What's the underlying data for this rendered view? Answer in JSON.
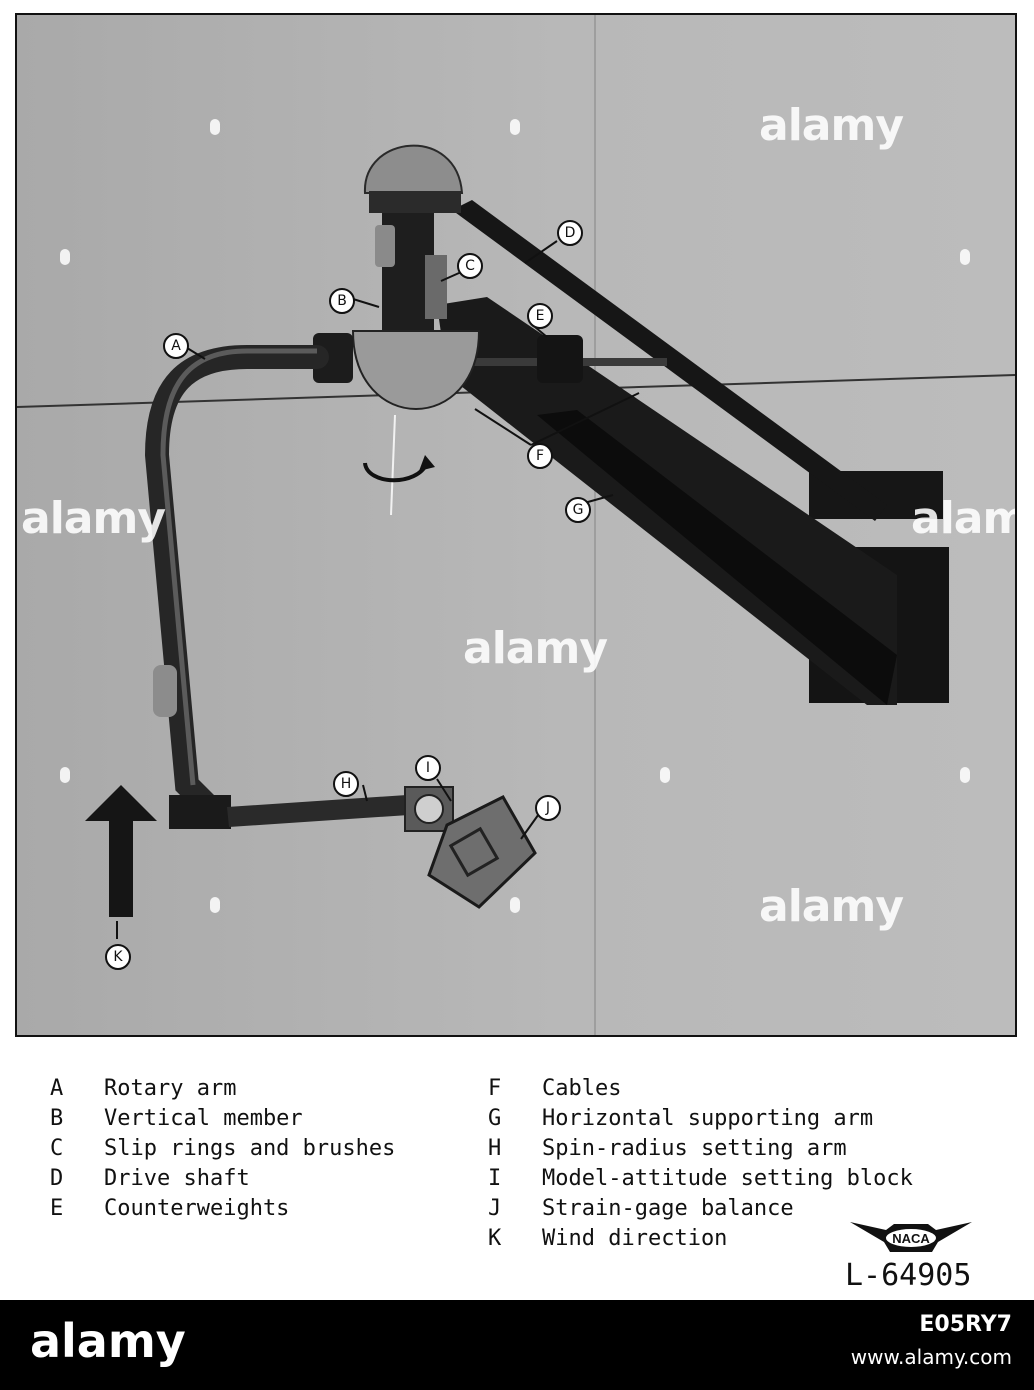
{
  "callouts": [
    "A",
    "B",
    "C",
    "D",
    "E",
    "F",
    "G",
    "H",
    "I",
    "J",
    "K"
  ],
  "legend_left": [
    {
      "letter": "A",
      "label": "Rotary arm"
    },
    {
      "letter": "B",
      "label": "Vertical member"
    },
    {
      "letter": "C",
      "label": "Slip rings and brushes"
    },
    {
      "letter": "D",
      "label": "Drive shaft"
    },
    {
      "letter": "E",
      "label": "Counterweights"
    }
  ],
  "legend_right": [
    {
      "letter": "F",
      "label": "Cables"
    },
    {
      "letter": "G",
      "label": "Horizontal supporting arm"
    },
    {
      "letter": "H",
      "label": "Spin-radius setting arm"
    },
    {
      "letter": "I",
      "label": "Model-attitude setting block"
    },
    {
      "letter": "J",
      "label": "Strain-gage balance"
    },
    {
      "letter": "K",
      "label": "Wind direction"
    }
  ],
  "logo_text": "NACA",
  "photo_id": "L-64905",
  "watermark_text": "alamy",
  "footer": {
    "brand": "alamy",
    "image_id": "E05RY7",
    "url": "www.alamy.com"
  },
  "colors": {
    "background_photo": "#b4b4b4",
    "apparatus": "#1c1c1c",
    "footer": "#000000"
  }
}
